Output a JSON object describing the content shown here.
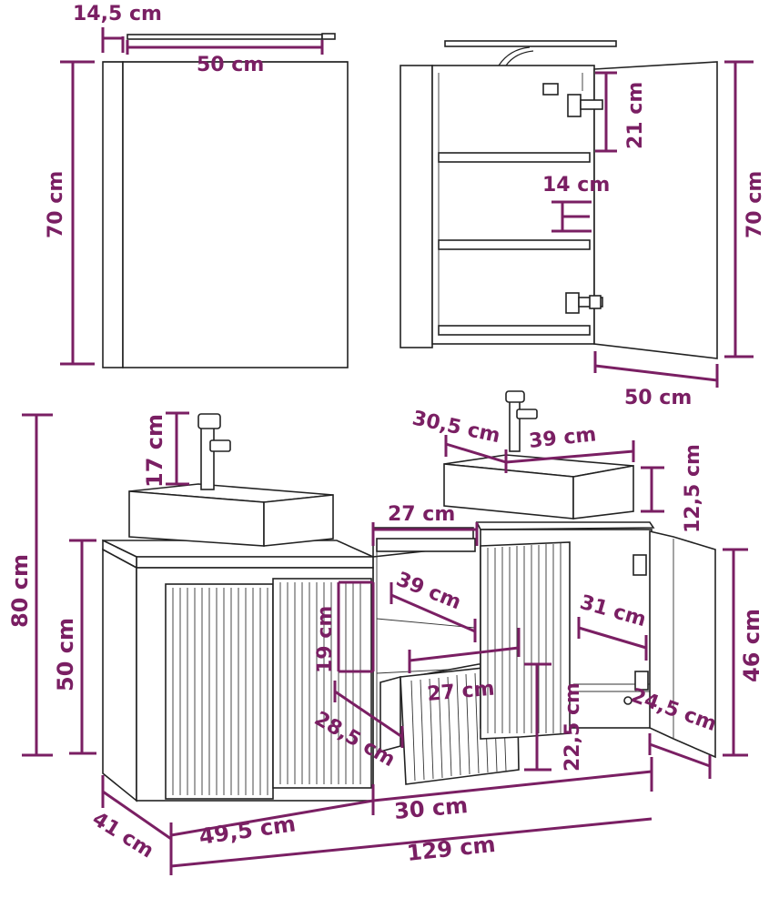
{
  "colors": {
    "dimension": "#7a1f63",
    "outline": "#222222",
    "background": "#ffffff"
  },
  "mirror_cabinet": {
    "depth": "14,5 cm",
    "width_front": "50 cm",
    "height_left": "70 cm",
    "height_right": "70 cm",
    "top_compartment": "21 cm",
    "shelf_gap": "14 cm",
    "door_width": "50 cm"
  },
  "vanity": {
    "total_height": "80 cm",
    "cabinet_height": "50 cm",
    "faucet_height": "17 cm",
    "basin_depth": "30,5 cm",
    "basin_width": "39 cm",
    "basin_height": "12,5 cm",
    "open_width_top": "27 cm",
    "inner_depth": "39 cm",
    "inner_height": "19 cm",
    "drawer_width": "27 cm",
    "drawer_depth": "28,5 cm",
    "drawer_height": "22,5 cm",
    "door_inner_depth": "31 cm",
    "door_height": "46 cm",
    "door_width": "24,5 cm",
    "depth": "41 cm",
    "left_width": "49,5 cm",
    "middle_width": "30 cm",
    "total_width": "129 cm"
  }
}
